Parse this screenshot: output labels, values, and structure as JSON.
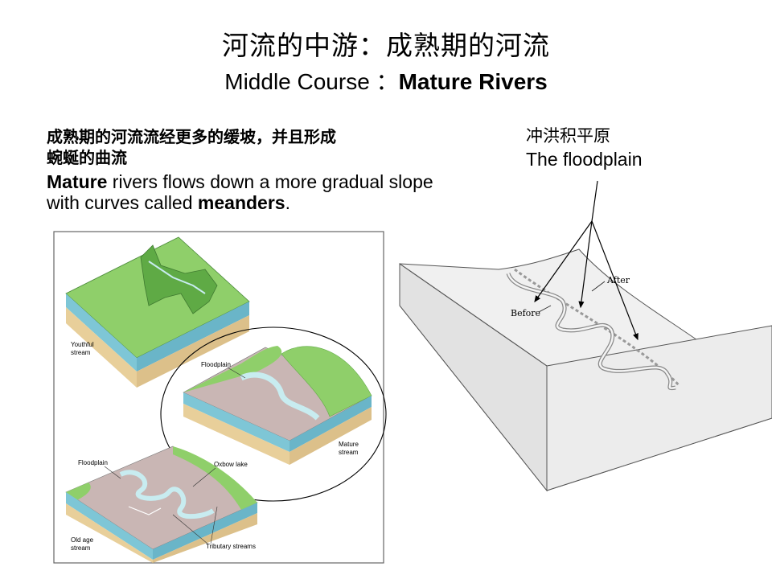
{
  "header": {
    "title_cn": "河流的中游：成熟期的河流",
    "title_en_prefix": "Middle Course ：",
    "title_en_bold": "Mature Rivers"
  },
  "description": {
    "cn_line1": "成熟期的河流流经更多的缓坡，并且形成",
    "cn_line2": "蜿蜒的曲流",
    "en_bold_start": "Mature",
    "en_mid": " rivers flows down a more gradual slope with curves called ",
    "en_bold_end": "meanders",
    "en_end": "."
  },
  "floodplain_callout": {
    "cn": "冲洪积平原",
    "en": "The floodplain"
  },
  "left_figure": {
    "youthful_line1": "Youthful",
    "youthful_line2": "stream",
    "floodplain_top": "Floodplain",
    "mature_line1": "Mature",
    "mature_line2": "stream",
    "floodplain_bottom": "Floodplain",
    "oxbow": "Oxbow lake",
    "oldage_line1": "Old age",
    "oldage_line2": "stream",
    "tributary": "Tributary streams"
  },
  "right_figure": {
    "after": "After",
    "before": "Before"
  },
  "colors": {
    "grass": "#8fcf6a",
    "grass_dark": "#5faa45",
    "water": "#c8ecf0",
    "soil": "#e8cf9a",
    "blue_band": "#7ec6d6",
    "floodplain_fill": "#c9b6b4",
    "slab": "#e6e6e6"
  }
}
